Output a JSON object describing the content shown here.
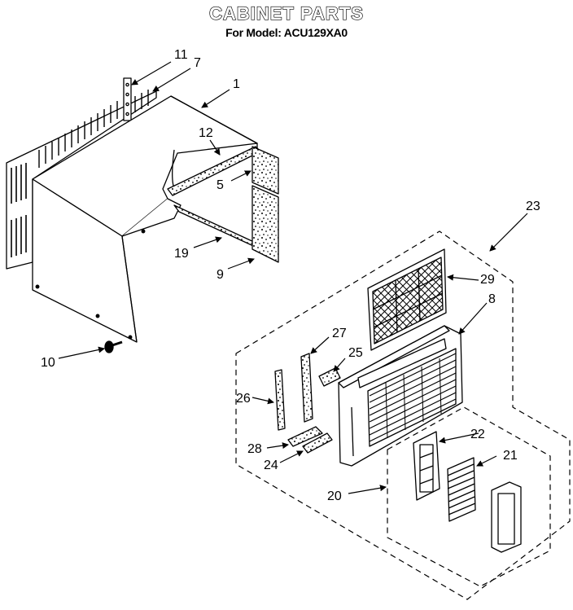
{
  "title": "CABINET PARTS",
  "subtitle": "For Model: ACU129XA0",
  "callouts": [
    {
      "id": "c11",
      "label": "11"
    },
    {
      "id": "c7",
      "label": "7"
    },
    {
      "id": "c1",
      "label": "1"
    },
    {
      "id": "c12",
      "label": "12"
    },
    {
      "id": "c5",
      "label": "5"
    },
    {
      "id": "c19",
      "label": "19"
    },
    {
      "id": "c9",
      "label": "9"
    },
    {
      "id": "c10",
      "label": "10"
    },
    {
      "id": "c23",
      "label": "23"
    },
    {
      "id": "c29",
      "label": "29"
    },
    {
      "id": "c8",
      "label": "8"
    },
    {
      "id": "c27",
      "label": "27"
    },
    {
      "id": "c25",
      "label": "25"
    },
    {
      "id": "c26",
      "label": "26"
    },
    {
      "id": "c22",
      "label": "22"
    },
    {
      "id": "c21",
      "label": "21"
    },
    {
      "id": "c28",
      "label": "28"
    },
    {
      "id": "c24",
      "label": "24"
    },
    {
      "id": "c20",
      "label": "20"
    }
  ]
}
